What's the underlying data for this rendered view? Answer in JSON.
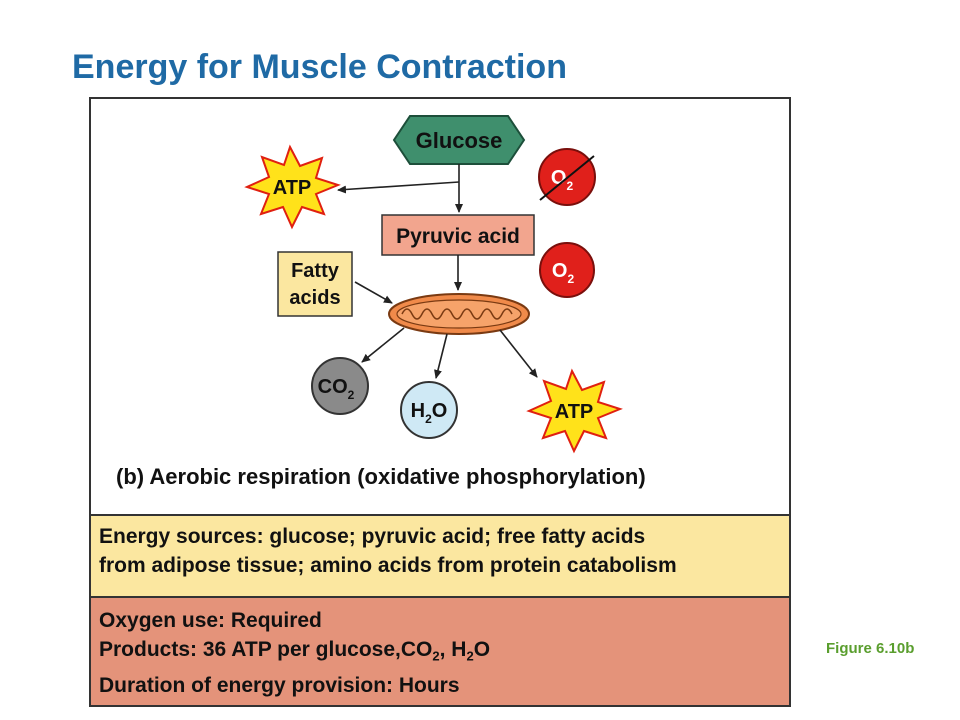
{
  "title": "Energy for Muscle Contraction",
  "diagram": {
    "glucose": "Glucose",
    "pyruvic_acid": "Pyruvic acid",
    "fatty_acids_line1": "Fatty",
    "fatty_acids_line2": "acids",
    "atp_top": "ATP",
    "atp_bottom": "ATP",
    "oxygen_crossed": {
      "base": "O",
      "sub": "2"
    },
    "oxygen": {
      "base": "O",
      "sub": "2"
    },
    "co2": {
      "base": "CO",
      "sub": "2"
    },
    "h2o": {
      "pre": "H",
      "sub": "2",
      "post": "O"
    },
    "caption": "(b) Aerobic respiration (oxidative phosphorylation)"
  },
  "sources_panel": {
    "line1": "Energy sources: glucose; pyruvic acid; free fatty acids",
    "line2": "from adipose tissue; amino acids from protein catabolism"
  },
  "oxygen_panel": {
    "line1": "Oxygen use: Required",
    "line2_prefix": "Products: 36 ATP per glucose,CO",
    "line2_sub": "2",
    "line2_mid": ", H",
    "line2_sub2": "2",
    "line2_suffix": "O",
    "line3": "Duration of energy provision: Hours"
  },
  "figure_label": "Figure 6.10b",
  "colors": {
    "title": "#1f6aa5",
    "glucose_fill": "#3f8f6d",
    "pyruvic_fill": "#f2a58e",
    "fatty_fill": "#fbe7a0",
    "oxygen_fill": "#e0201b",
    "co2_fill": "#8a8a8a",
    "h2o_fill": "#cfe9f5",
    "atp_fill": "#ffe21a",
    "atp_stroke": "#e02010",
    "mitochondrion_fill": "#f08a4a",
    "sources_panel": "#fbe7a0",
    "oxygen_panel": "#e4937a",
    "figure_label": "#5a9e2e"
  }
}
